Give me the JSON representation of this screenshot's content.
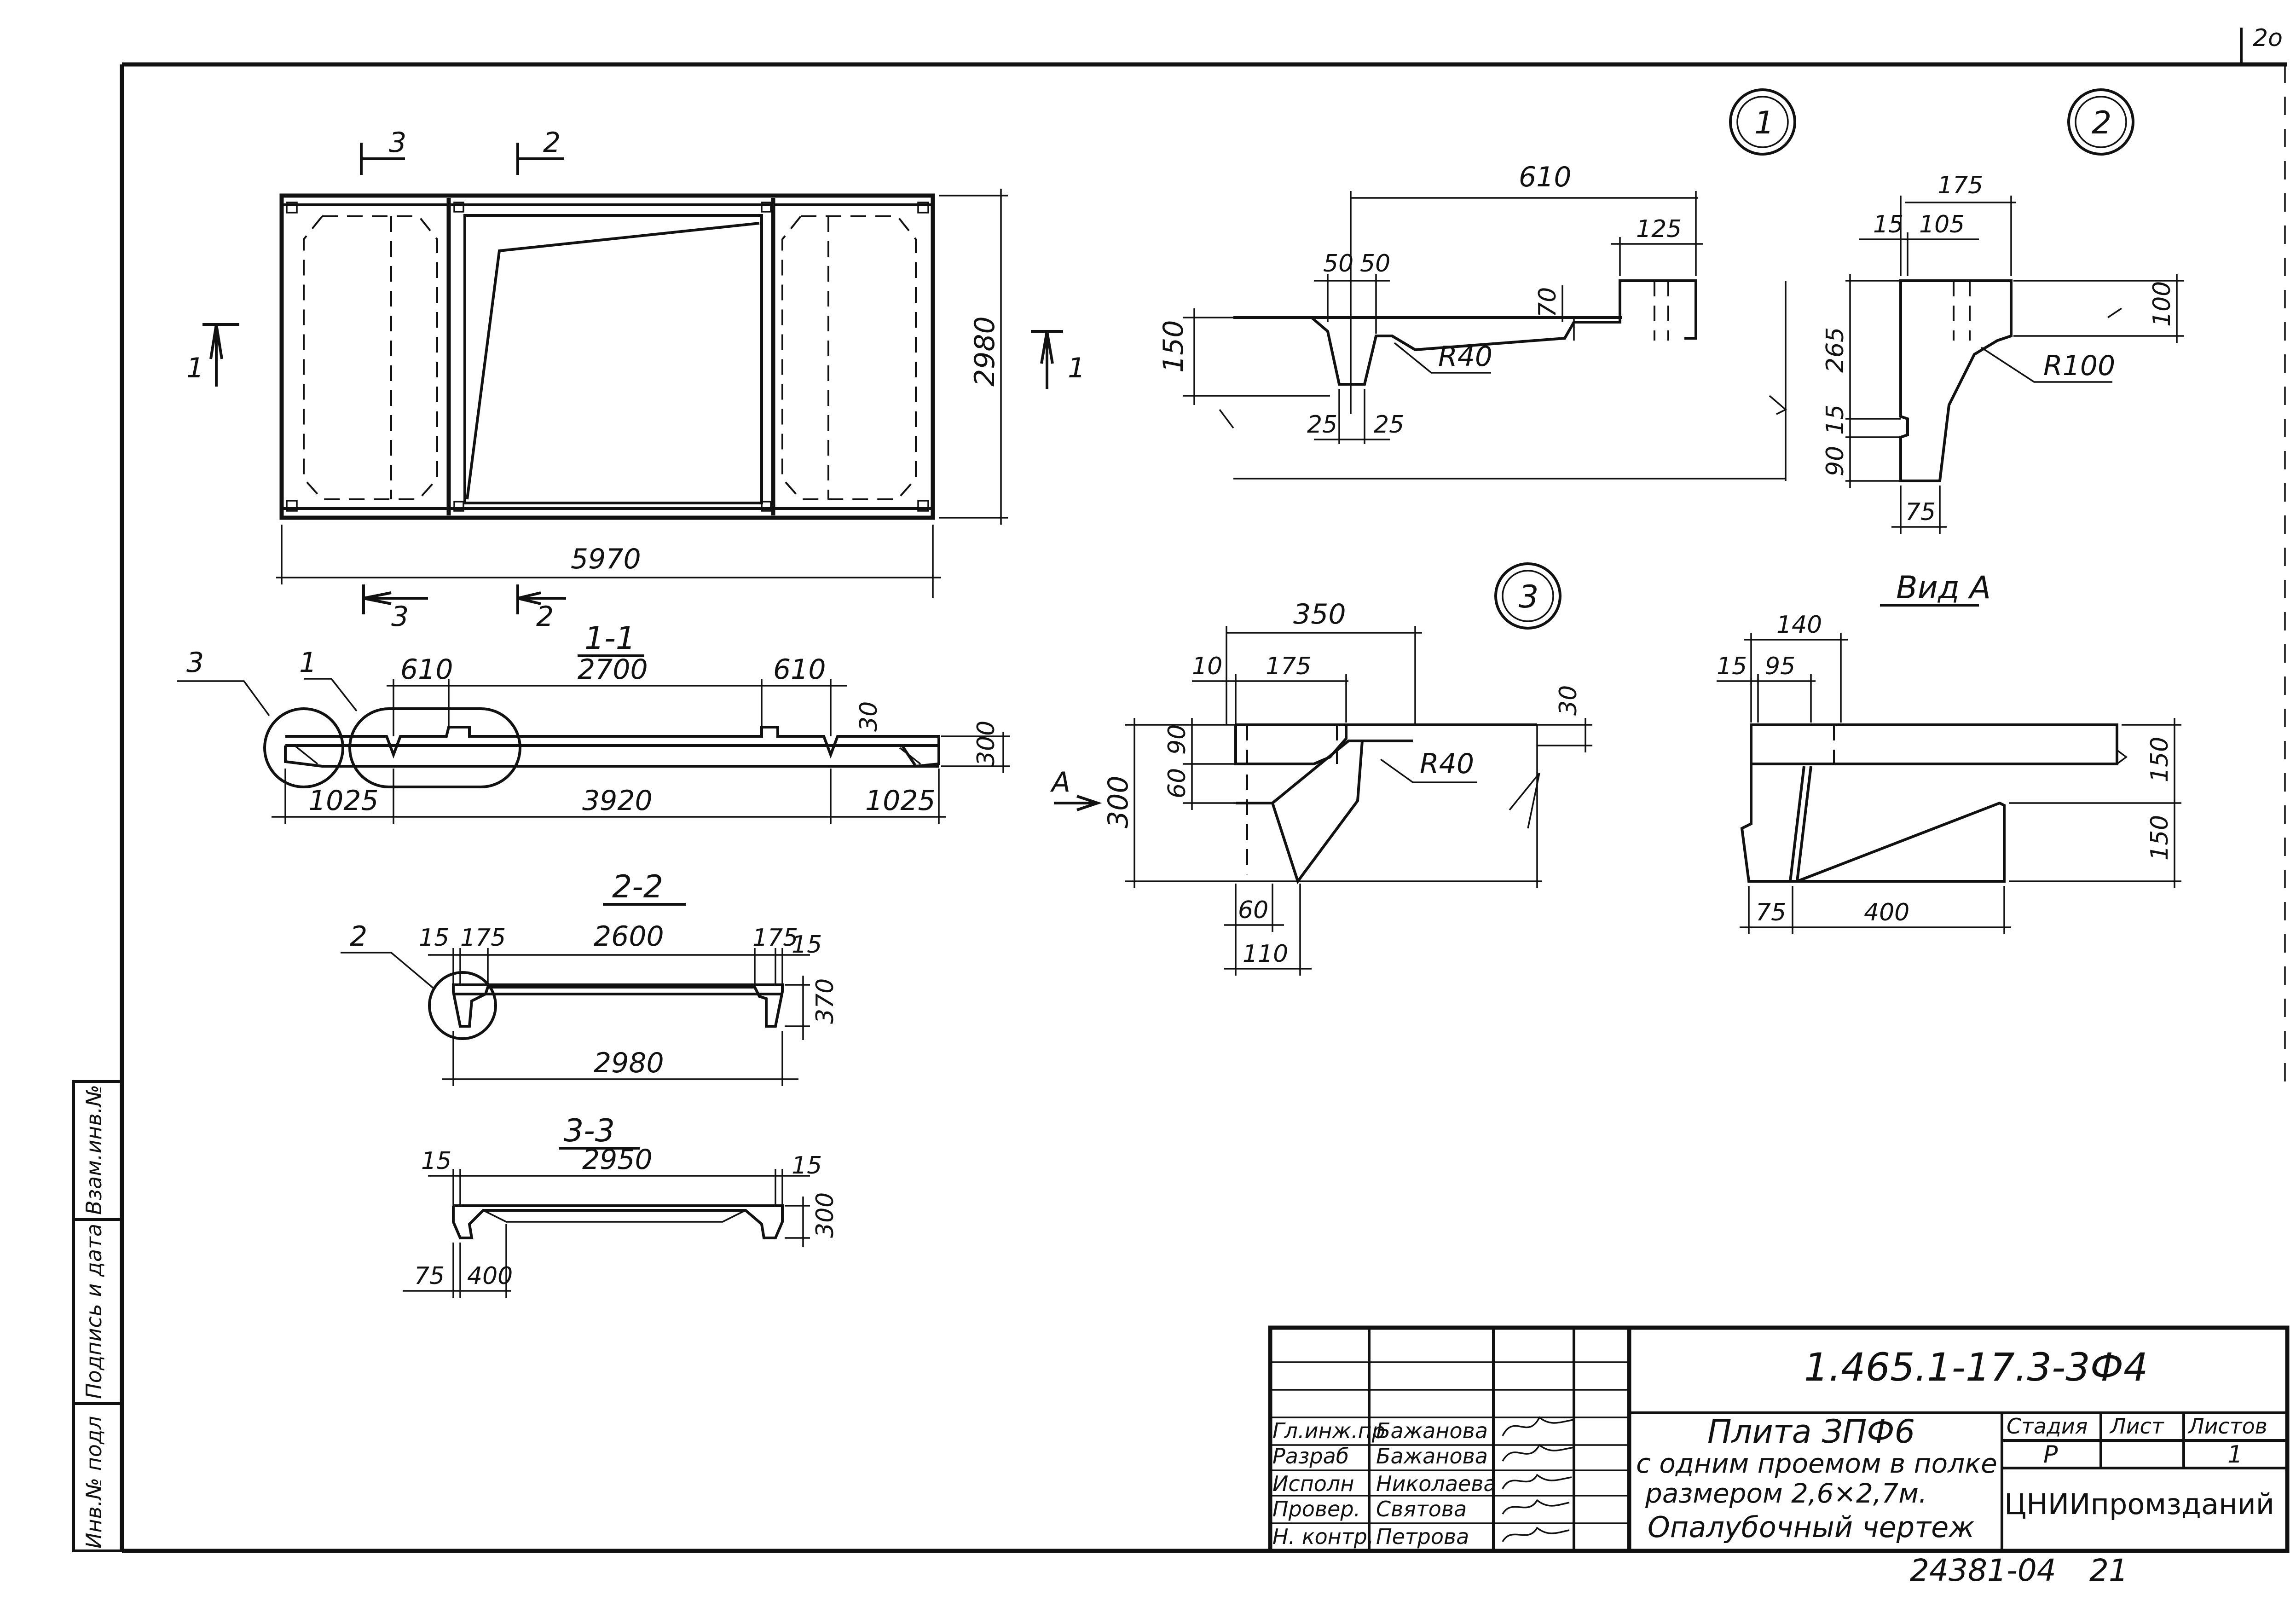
{
  "sheet": {
    "page_number": "2o",
    "side_stamp": {
      "inv_no": "Инв.№ подл",
      "sign_date": "Подпись и дата",
      "replaced_inv": "Взам.инв.№"
    }
  },
  "plan_view": {
    "section_marks": {
      "s1": "1",
      "s2": "2",
      "s3": "3"
    },
    "dim_length": "5970",
    "dim_width": "2980"
  },
  "section_1_1": {
    "title": "1-1",
    "callouts": {
      "left": "3",
      "right": "1"
    },
    "dims": {
      "a1": "610",
      "span": "2700",
      "a2": "610",
      "rib": "30",
      "height": "300",
      "end1": "1025",
      "middle": "3920",
      "end2": "1025"
    }
  },
  "section_2_2": {
    "title": "2-2",
    "callout": "2",
    "dims": {
      "e1": "15",
      "r1": "175",
      "span": "2600",
      "r2": "175",
      "e2": "15",
      "height": "370",
      "overall": "2980"
    }
  },
  "section_3_3": {
    "title": "3-3",
    "dims": {
      "e1": "15",
      "span": "2950",
      "e2": "15",
      "height": "300",
      "a": "75",
      "b": "400"
    }
  },
  "detail_1": {
    "marker": "1",
    "dims": {
      "width": "610",
      "top": "125",
      "d50a": "50",
      "d50b": "50",
      "d70": "70",
      "d150": "150",
      "d25a": "25",
      "d25b": "25",
      "radius": "R40"
    }
  },
  "detail_2": {
    "marker": "2",
    "dims": {
      "w175": "175",
      "d15": "15",
      "d105": "105",
      "h265": "265",
      "h100": "100",
      "h15": "15",
      "h90": "90",
      "b75": "75",
      "radius": "R100"
    }
  },
  "detail_3": {
    "marker": "3",
    "dims": {
      "w350": "350",
      "d10": "10",
      "d175": "175",
      "d30": "30",
      "d90": "90",
      "d60": "60",
      "h300": "300",
      "b60": "60",
      "b110": "110",
      "radius": "R40"
    },
    "arrow_label": "А"
  },
  "view_a": {
    "title": "Вид А",
    "dims": {
      "w140": "140",
      "d15": "15",
      "d95": "95",
      "h150a": "150",
      "h150b": "150",
      "b75": "75",
      "b400": "400"
    }
  },
  "title_block": {
    "doc_code": "1.465.1-17.3-3Ф4",
    "rows": [
      {
        "role": "Гл.инж.пр",
        "name": "Бажанова"
      },
      {
        "role": "Разраб",
        "name": "Бажанова"
      },
      {
        "role": "Исполн",
        "name": "Николаева"
      },
      {
        "role": "Провер.",
        "name": "Святова"
      },
      {
        "role": "Н. контр.",
        "name": "Петрова"
      }
    ],
    "product_lines": [
      "Плита ЗПФ6",
      "с одним проемом  в полке",
      "размером 2,6×2,7м.",
      "Опалубочный чертеж"
    ],
    "stage_header": "Стадия",
    "sheet_header": "Лист",
    "sheets_header": "Листов",
    "stage": "Р",
    "sheet": "",
    "sheets": "1",
    "org": "ЦНИИпромзданий",
    "archive_no": "24381-04",
    "archive_page": "21"
  }
}
